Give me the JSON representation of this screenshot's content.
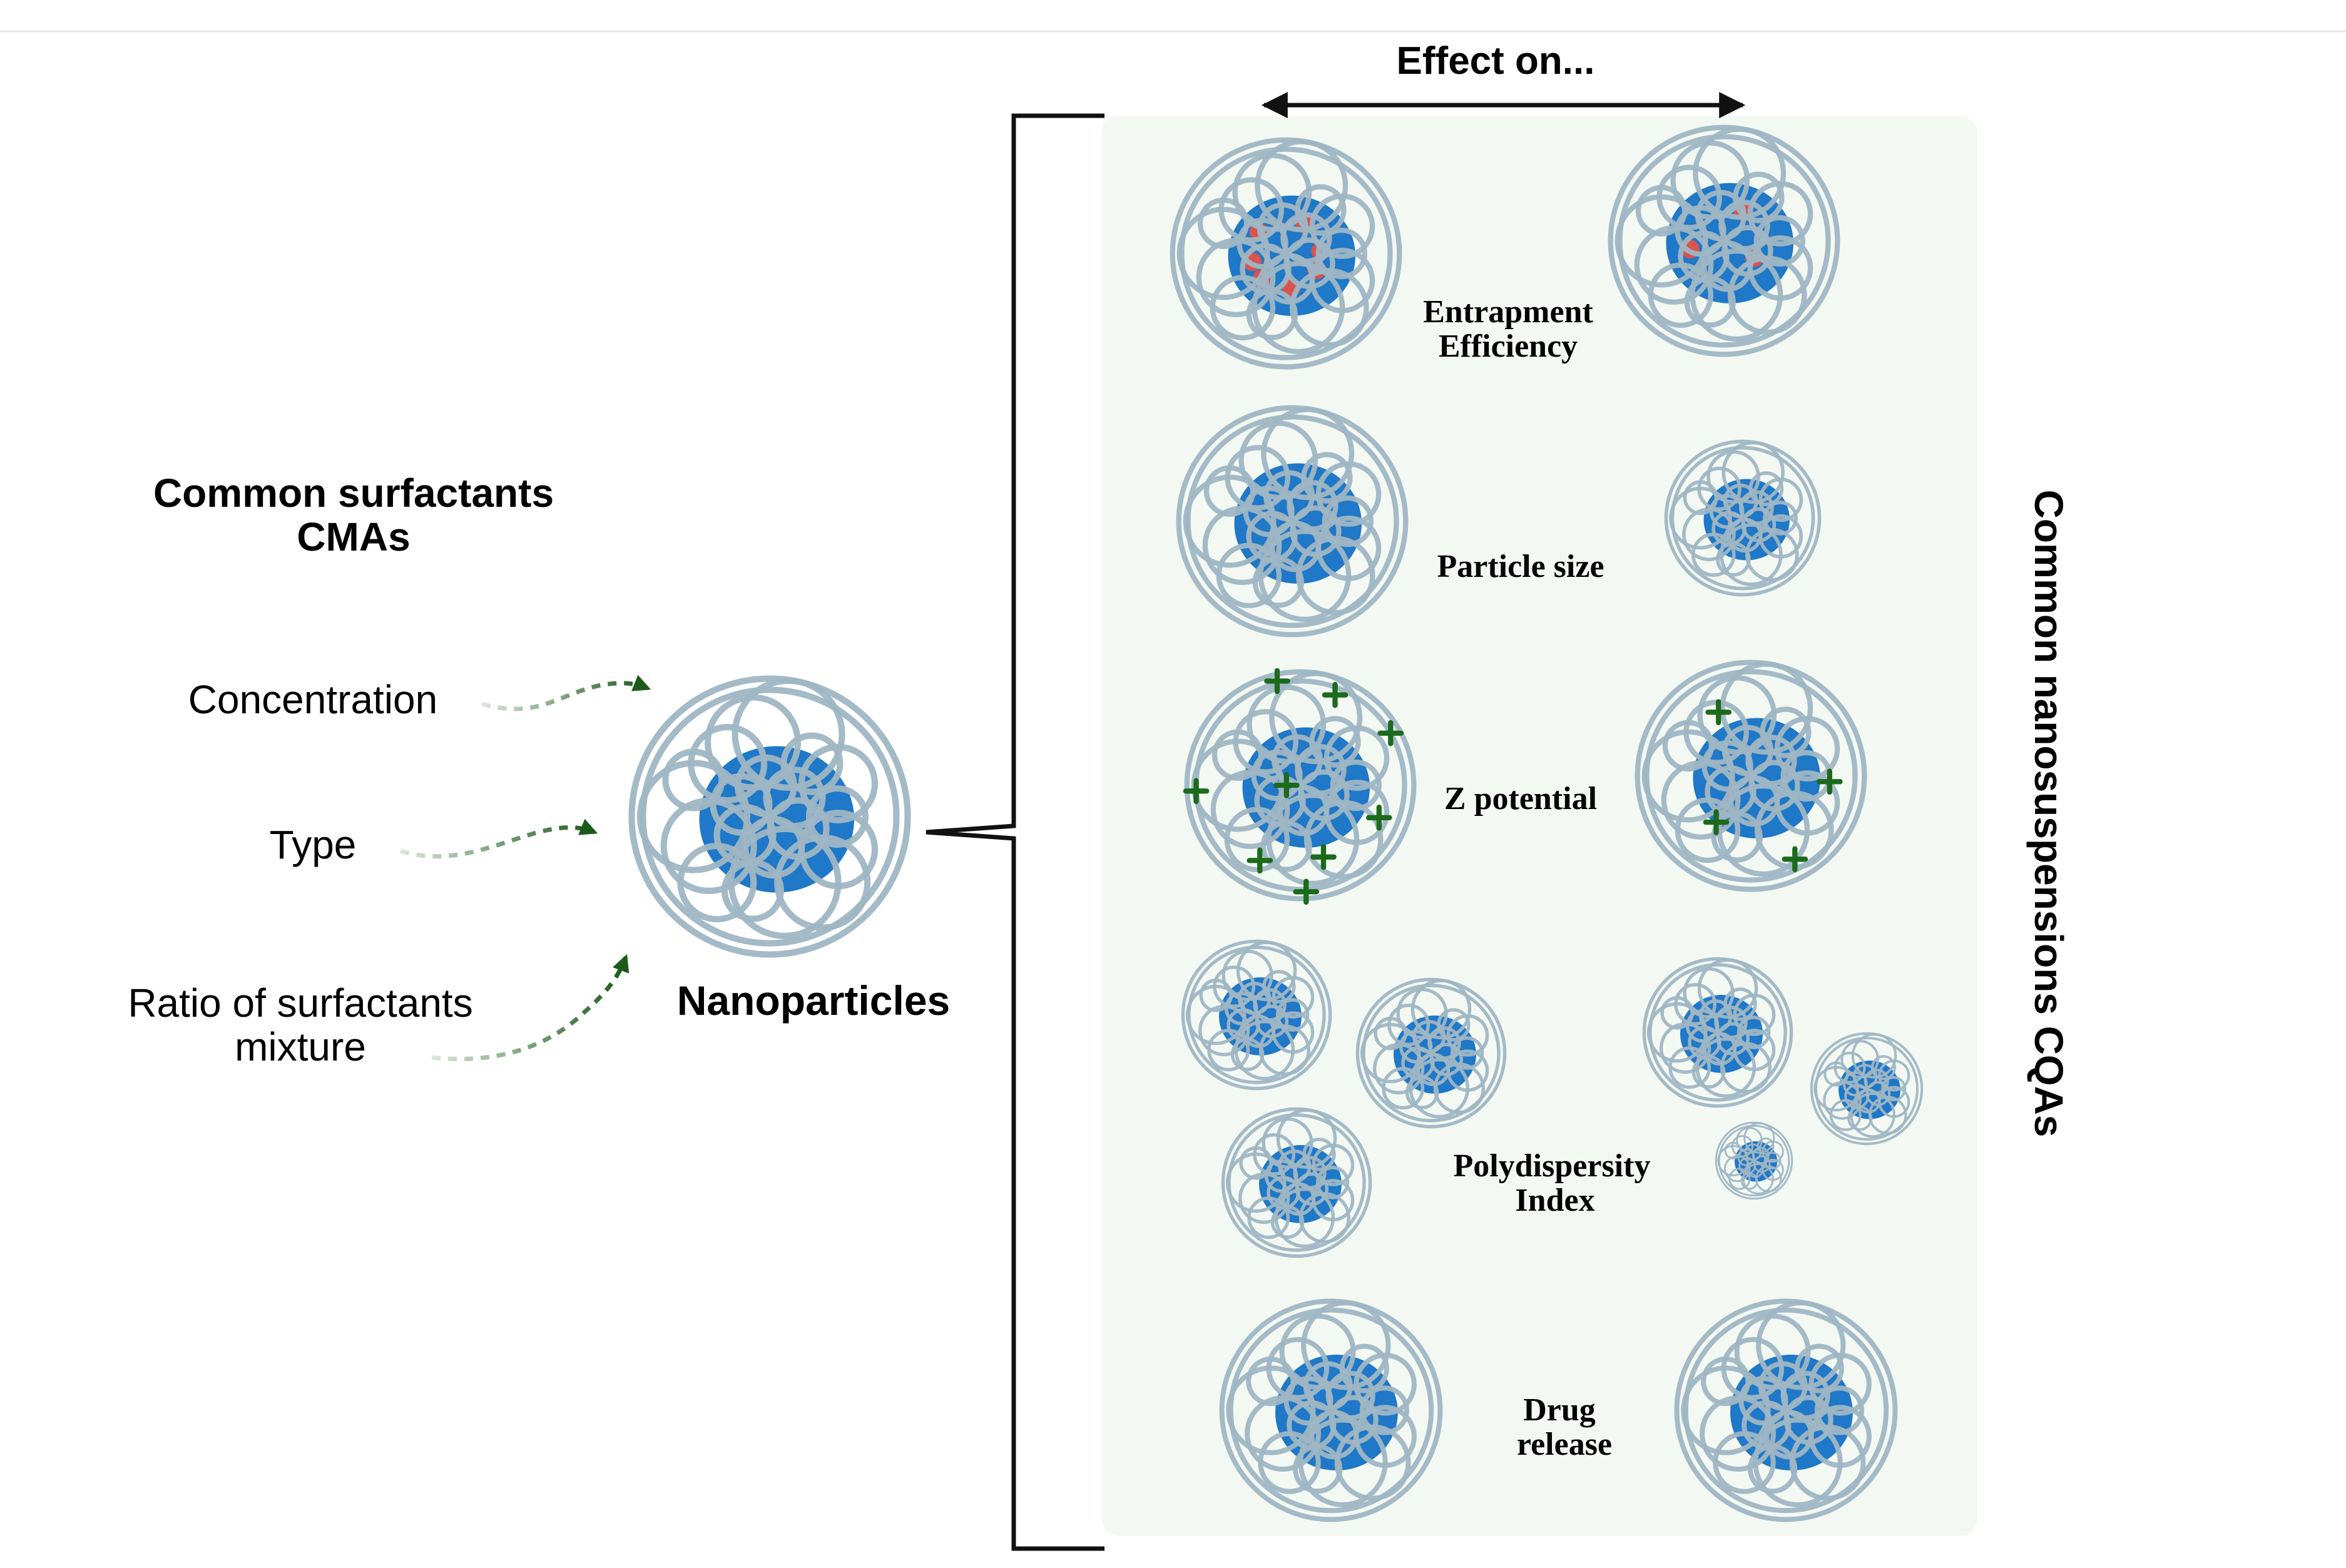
{
  "effect_header": "Effect on...",
  "cma_title_line1": "Common surfactants",
  "cma_title_line2": "CMAs",
  "factors": {
    "concentration": "Concentration",
    "type": "Type",
    "ratio_line1": "Ratio of surfactants",
    "ratio_line2": "mixture"
  },
  "nanoparticles_label": "Nanoparticles",
  "cqa_vertical_title": "Common nanosuspensions  CQAs",
  "cqas": {
    "entrapment_line1": "Entrapment",
    "entrapment_line2": "Efficiency",
    "particle_size": "Particle size",
    "z_potential": "Z potential",
    "pdi_line1": "Polydispersity",
    "pdi_line2": "Index",
    "drug_line1": "Drug",
    "drug_line2": "release"
  },
  "colors": {
    "panel_bg": "#f3f9f2",
    "core_blue": "#1f78c8",
    "mesh": "#9fb6c4",
    "arrow_green": "#1c5a1c",
    "plus_green": "#1c6a1c",
    "drug_red": "#d9534f"
  }
}
